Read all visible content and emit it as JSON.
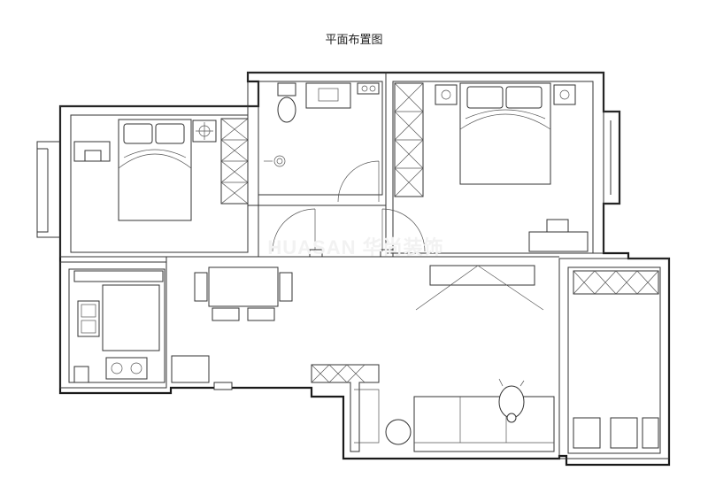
{
  "title": "平面布置图",
  "watermark": "HUASAN 华尚装饰",
  "icons": [
    "floorplan-drawing"
  ]
}
